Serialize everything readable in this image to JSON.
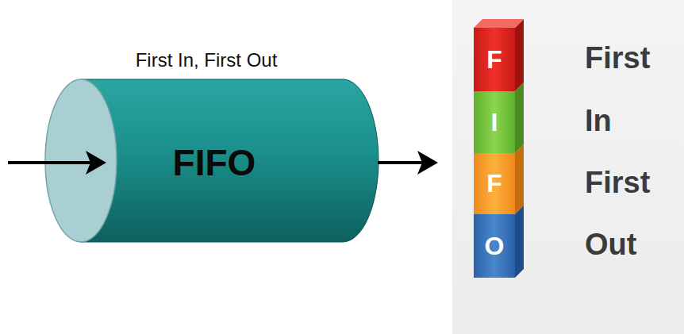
{
  "diagram": {
    "nodes": [
      {
        "text": [
          "First In, First Out",
          "FIFO"
        ]
      },
      {
        "text": [
          "F",
          "First"
        ]
      },
      {
        "text": [
          "I",
          "In"
        ]
      },
      {
        "text": [
          "F",
          "First"
        ]
      },
      {
        "text": [
          "O",
          "Out"
        ]
      }
    ]
  }
}
